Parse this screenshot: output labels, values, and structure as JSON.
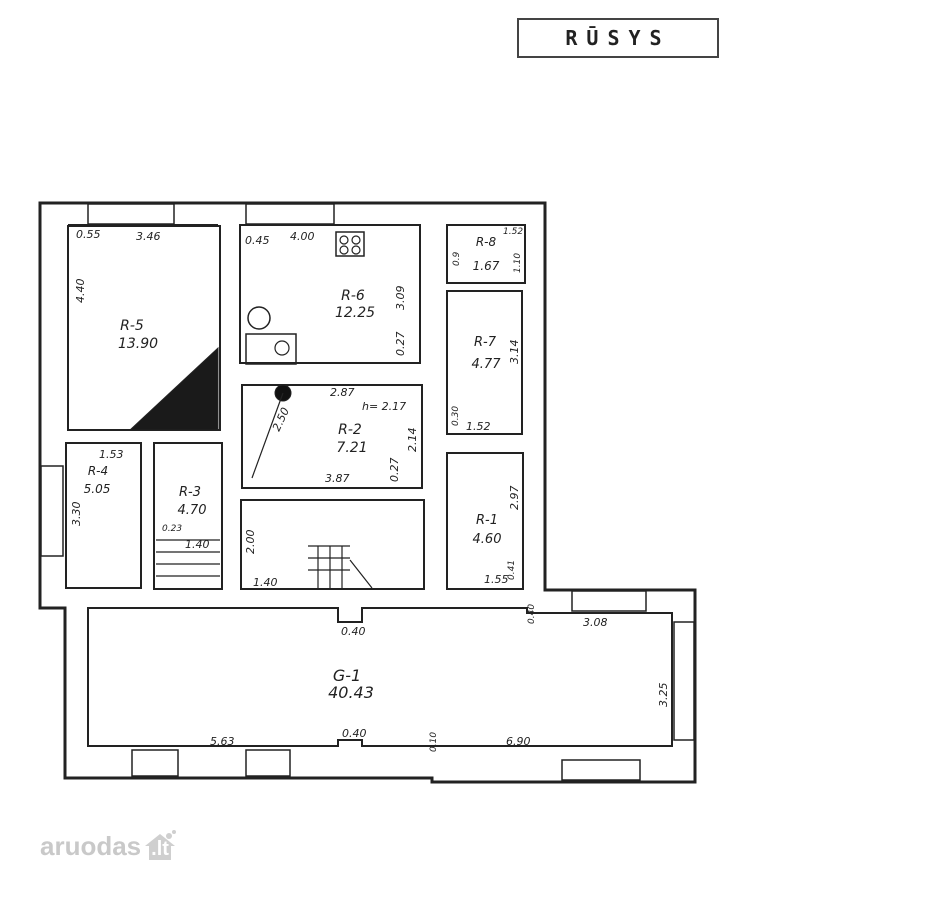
{
  "title": "RŪSYS",
  "watermark": {
    "brand": "aruodas",
    "suffix": ".lt"
  },
  "rooms": [
    {
      "id": "room-r5",
      "code": "R-5",
      "area": "13.90"
    },
    {
      "id": "room-r6",
      "code": "R-6",
      "area": "12.25"
    },
    {
      "id": "room-r8",
      "code": "R-8",
      "area": "1.67"
    },
    {
      "id": "room-r7",
      "code": "R-7",
      "area": "4.77"
    },
    {
      "id": "room-r2",
      "code": "R-2",
      "area": "7.21"
    },
    {
      "id": "room-r4",
      "code": "R-4",
      "area": "5.05"
    },
    {
      "id": "room-r3",
      "code": "R-3",
      "area": "4.70"
    },
    {
      "id": "room-r1",
      "code": "R-1",
      "area": "4.60"
    },
    {
      "id": "room-g1",
      "code": "G-1",
      "area": "40.43"
    }
  ],
  "dimensions": [
    "0.55",
    "3.46",
    "4.40",
    "0.45",
    "4.00",
    "3.09",
    "0.27",
    "1.52",
    "0.9",
    "1.10",
    "3.14",
    "2.87",
    "h= 2.17",
    "2.50",
    "2.14",
    "0.30",
    "1.52",
    "0.27",
    "3.87",
    "1.53",
    "3.30",
    "0.23",
    "1.40",
    "2.00",
    "1.40",
    "2.97",
    "1.55",
    "0.41",
    "0.40",
    "0.40",
    "3.08",
    "3.25",
    "5.63",
    "0.40",
    "0.10",
    "6.90"
  ]
}
